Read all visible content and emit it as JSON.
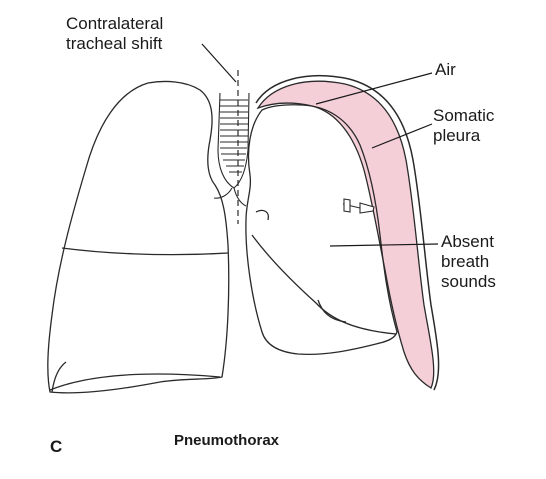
{
  "labels": {
    "tracheal_shift": "Contralateral\ntracheal shift",
    "air": "Air",
    "somatic_pleura": "Somatic\npleura",
    "absent_breath": "Absent\nbreath\nsounds",
    "panel_letter": "C",
    "title": "Pneumothorax"
  },
  "colors": {
    "air_fill": "#f4cfd8",
    "outline": "#2a2a2a",
    "background": "#ffffff"
  }
}
